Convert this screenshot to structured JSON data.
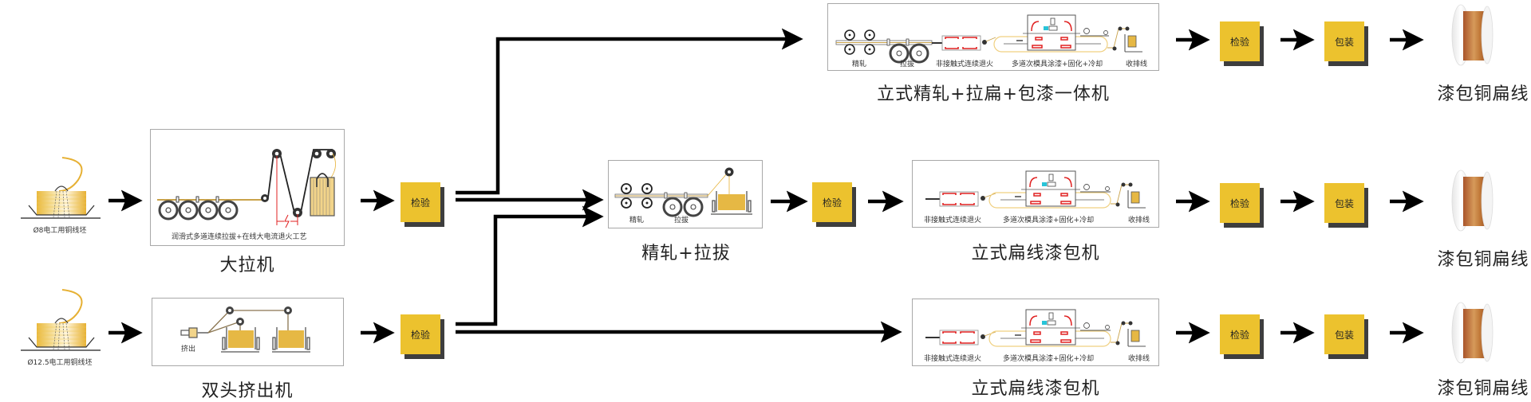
{
  "raw_materials": [
    {
      "label": "Ø8电工用铜线坯"
    },
    {
      "label": "Ø12.5电工用铜线坯"
    }
  ],
  "machines": {
    "big_drawing": {
      "title": "大拉机",
      "caption": "润滑式多道连续拉拔+在线大电流退火工艺"
    },
    "extruder": {
      "title": "双头挤出机",
      "caption_extrude": "挤出"
    },
    "finish_roll": {
      "title": "精轧+拉拔",
      "caption_roll": "精轧",
      "caption_draw": "拉拔"
    },
    "integrated": {
      "title": "立式精轧+拉扁+包漆一体机",
      "caption_roll": "精轧",
      "caption_draw": "拉拔",
      "caption_anneal": "非接触式连续退火",
      "caption_coat": "多道次模具涂漆+固化+冷却",
      "caption_takeup": "收排线"
    },
    "enamel_1": {
      "title": "立式扁线漆包机",
      "caption_anneal": "非接触式连续退火",
      "caption_coat": "多道次模具涂漆+固化+冷却",
      "caption_takeup": "收排线"
    },
    "enamel_2": {
      "title": "立式扁线漆包机",
      "caption_anneal": "非接触式连续退火",
      "caption_coat": "多道次模具涂漆+固化+冷却",
      "caption_takeup": "收排线"
    }
  },
  "steps": {
    "inspect": "检验",
    "package": "包装"
  },
  "products": [
    {
      "label": "漆包铜扁线"
    },
    {
      "label": "漆包铜扁线"
    },
    {
      "label": "漆包铜扁线"
    }
  ],
  "colors": {
    "step_box": "#ecc22e",
    "step_shadow": "#3e3e3e",
    "arrow": "#000000",
    "copper": "#c0773a",
    "heater": "#e02020",
    "panel_border": "#a8a8a8"
  }
}
